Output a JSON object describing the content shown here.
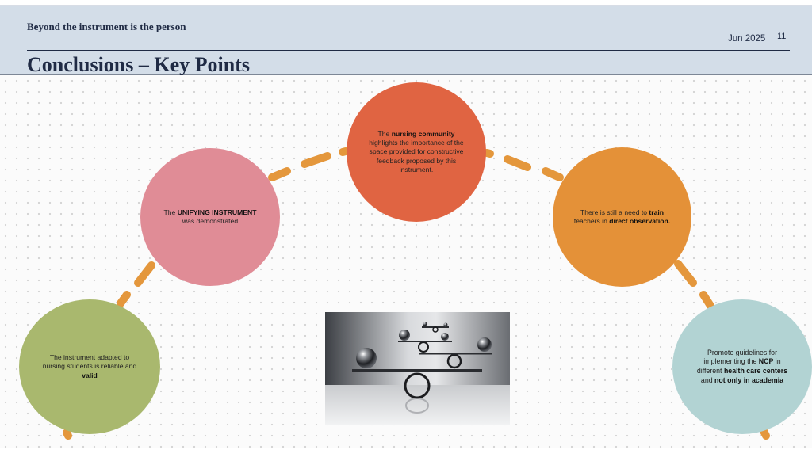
{
  "header": {
    "subtitle": "Beyond the instrument is the person",
    "date": "Jun 2025",
    "slide_number": "11",
    "title": "Conclusions – Key Points"
  },
  "key_points": [
    {
      "pre": "The instrument adapted to nursing students is reliable and ",
      "bold": "valid",
      "mid": "",
      "bold2": "",
      "post": ""
    },
    {
      "pre": "The ",
      "bold": "UNIFYING INSTRUMENT",
      "mid": " was demonstrated",
      "bold2": "",
      "post": ""
    },
    {
      "pre": "The ",
      "bold": "nursing community",
      "mid": " highlights the importance of the space provided for constructive feedback proposed by this instrument.",
      "bold2": "",
      "post": ""
    },
    {
      "pre": "There is still a need to ",
      "bold": "train",
      "mid": " teachers in ",
      "bold2": "direct observation.",
      "post": ""
    },
    {
      "pre": "Promote guidelines for implementing the ",
      "bold": "NCP",
      "mid": " in different ",
      "bold2": "health care centers",
      "post": " and ",
      "bold3": "not only in academia"
    }
  ],
  "colors": {
    "header_bg": "#d3dde8",
    "title_text": "#1f2a44",
    "arc": "#e4973c",
    "point_1": "#a9b86e",
    "point_2": "#e08c96",
    "point_3": "#e06442",
    "point_4": "#e49138",
    "point_5": "#b2d3d3"
  },
  "image": {
    "icon": "balance-spheres-illustration"
  }
}
